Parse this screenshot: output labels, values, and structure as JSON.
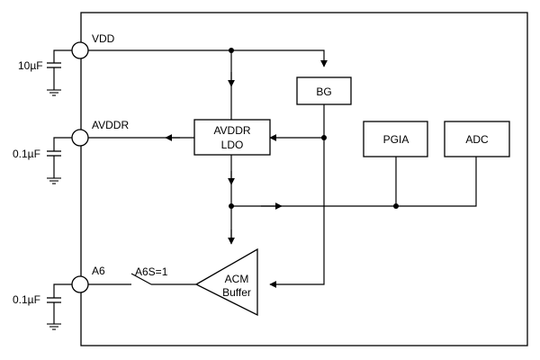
{
  "pins": {
    "vdd": "VDD",
    "avddr": "AVDDR",
    "a6": "A6"
  },
  "capacitors": {
    "vdd_cap": "10µF",
    "avddr_cap": "0.1µF",
    "a6_cap": "0.1µF"
  },
  "blocks": {
    "bg": "BG",
    "ldo_line1": "AVDDR",
    "ldo_line2": "LDO",
    "pgia": "PGIA",
    "adc": "ADC",
    "acm_line1": "ACM",
    "acm_line2": "Buffer"
  },
  "switch_label": "A6S=1"
}
